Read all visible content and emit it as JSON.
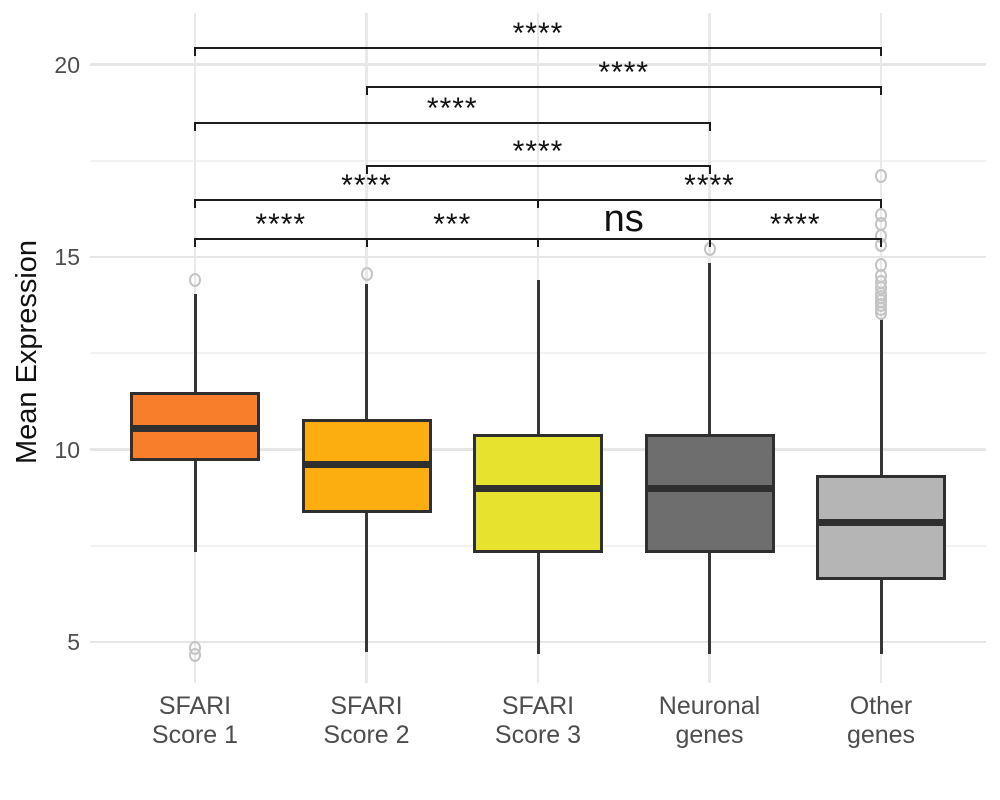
{
  "chart_data": {
    "type": "boxplot",
    "title": "",
    "ylabel": "Mean Expression",
    "xlabel": "",
    "ylim": [
      4.2,
      21.3
    ],
    "yticks": [
      5,
      10,
      15,
      20
    ],
    "ytick_labels": [
      "5",
      "10",
      "15",
      "20"
    ],
    "yticks_minor": [
      7.5,
      12.5,
      17.5
    ],
    "grid": true,
    "legend": false,
    "categories": [
      {
        "name": "SFARI Score 1",
        "label_lines": [
          "SFARI",
          "Score 1"
        ],
        "fill": "#F97E2C"
      },
      {
        "name": "SFARI Score 2",
        "label_lines": [
          "SFARI",
          "Score 2"
        ],
        "fill": "#FCAD10"
      },
      {
        "name": "SFARI Score 3",
        "label_lines": [
          "SFARI",
          "Score 3"
        ],
        "fill": "#E7E22E"
      },
      {
        "name": "Neuronal genes",
        "label_lines": [
          "Neuronal",
          "genes"
        ],
        "fill": "#6E6E6E"
      },
      {
        "name": "Other genes",
        "label_lines": [
          "Other",
          "genes"
        ],
        "fill": "#B5B5B5"
      }
    ],
    "boxes": [
      {
        "category": "SFARI Score 1",
        "whisker_low": 7.35,
        "q1": 9.7,
        "median": 10.55,
        "q3": 11.5,
        "whisker_high": 14.05,
        "outliers_high": [
          14.4
        ],
        "outliers_low": [
          4.85,
          4.65
        ]
      },
      {
        "category": "SFARI Score 2",
        "whisker_low": 4.75,
        "q1": 8.35,
        "median": 9.6,
        "q3": 10.8,
        "whisker_high": 14.3,
        "outliers_high": [
          14.55
        ],
        "outliers_low": []
      },
      {
        "category": "SFARI Score 3",
        "whisker_low": 4.7,
        "q1": 7.3,
        "median": 9.0,
        "q3": 10.4,
        "whisker_high": 14.4,
        "outliers_high": [],
        "outliers_low": []
      },
      {
        "category": "Neuronal genes",
        "whisker_low": 4.7,
        "q1": 7.3,
        "median": 9.0,
        "q3": 10.4,
        "whisker_high": 14.85,
        "outliers_high": [
          15.2
        ],
        "outliers_low": []
      },
      {
        "category": "Other genes",
        "whisker_low": 4.7,
        "q1": 6.6,
        "median": 8.1,
        "q3": 9.35,
        "whisker_high": 13.4,
        "outliers_high": [
          17.1,
          16.1,
          15.85,
          15.55,
          15.3,
          14.8,
          14.5,
          14.35,
          14.2,
          14.05,
          13.95,
          13.85,
          13.75,
          13.65,
          13.55
        ],
        "outliers_low": []
      }
    ],
    "significance": [
      {
        "group1": 0,
        "group2": 1,
        "label": "****",
        "y": 15.5
      },
      {
        "group1": 1,
        "group2": 2,
        "label": "***",
        "y": 15.5
      },
      {
        "group1": 2,
        "group2": 3,
        "label": "ns",
        "y": 15.5
      },
      {
        "group1": 3,
        "group2": 4,
        "label": "****",
        "y": 15.5
      },
      {
        "group1": 0,
        "group2": 2,
        "label": "****",
        "y": 16.5
      },
      {
        "group1": 2,
        "group2": 4,
        "label": "****",
        "y": 16.5
      },
      {
        "group1": 1,
        "group2": 3,
        "label": "****",
        "y": 17.4
      },
      {
        "group1": 0,
        "group2": 3,
        "label": "****",
        "y": 18.5
      },
      {
        "group1": 1,
        "group2": 4,
        "label": "****",
        "y": 19.45
      },
      {
        "group1": 0,
        "group2": 4,
        "label": "****",
        "y": 20.45
      }
    ],
    "colors": {
      "box_border": "#2F2F2F",
      "median": "#2F2F2F",
      "whisker": "#363636",
      "outlier": "#C4C4C4",
      "grid_major": "#E6E6E6",
      "grid_minor": "#F2F2F2",
      "axis_text": "#4D4D4D",
      "axis_title": "#111111",
      "bracket": "#1C1C1C",
      "background": "#FFFFFF"
    }
  }
}
